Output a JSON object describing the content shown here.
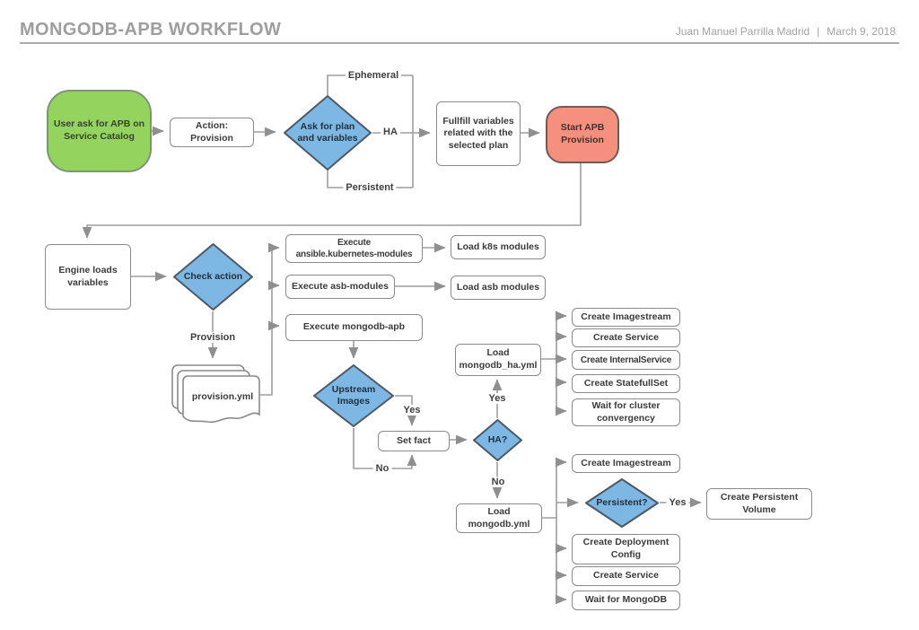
{
  "header": {
    "title": "MONGODB-APB WORKFLOW",
    "author": "Juan Manuel Parrilla Madrid",
    "separator": "|",
    "date": "March 9, 2018"
  },
  "colors": {
    "shape_green": "#93d35e",
    "shape_blue": "#7db7e3",
    "shape_red": "#f5907e",
    "box_border": "#8a8a8a",
    "diamond_border": "#4d5964",
    "connector": "#9e9e9e",
    "node_text": "#3b3b3b",
    "header_text": "#9e9e9e"
  },
  "nodes": {
    "user_ask": "User ask for APB on\nService Catalog",
    "action_provision": "Action:\nProvision",
    "ask_plan": "Ask for plan\nand variables",
    "fullfill": "Fullfill variables\nrelated with the\nselected plan",
    "start_apb": "Start APB\nProvision",
    "engine_loads": "Engine loads\nvariables",
    "check_action": "Check action",
    "provision_yml": "provision.yml",
    "exec_k8s": "Execute\nansible.kubernetes-modules",
    "load_k8s": "Load k8s modules",
    "exec_asb": "Execute asb-modules",
    "load_asb": "Load asb modules",
    "exec_mongodb": "Execute mongodb-apb",
    "upstream": "Upstream\nImages",
    "set_fact": "Set fact",
    "ha_q": "HA?",
    "load_ha": "Load\nmongodb_ha.yml",
    "ha_create_imagestream": "Create Imagestream",
    "ha_create_service": "Create Service",
    "ha_create_internal": "Create InternalService",
    "ha_create_statefullset": "Create StatefullSet",
    "ha_wait_cluster": "Wait for cluster\nconvergency",
    "load_yml": "Load\nmongodb.yml",
    "p_create_imagestream": "Create Imagestream",
    "persistent_q": "Persistent?",
    "create_pv": "Create Persistent\nVolume",
    "create_dc": "Create Deployment\nConfig",
    "p_create_service": "Create Service",
    "wait_mongodb": "Wait for MongoDB"
  },
  "edge_labels": {
    "ephemeral": "Ephemeral",
    "ha": "HA",
    "persistent": "Persistent",
    "provision": "Provision",
    "upstream_yes": "Yes",
    "upstream_no": "No",
    "ha_yes": "Yes",
    "ha_no": "No",
    "persistent_yes": "Yes"
  }
}
